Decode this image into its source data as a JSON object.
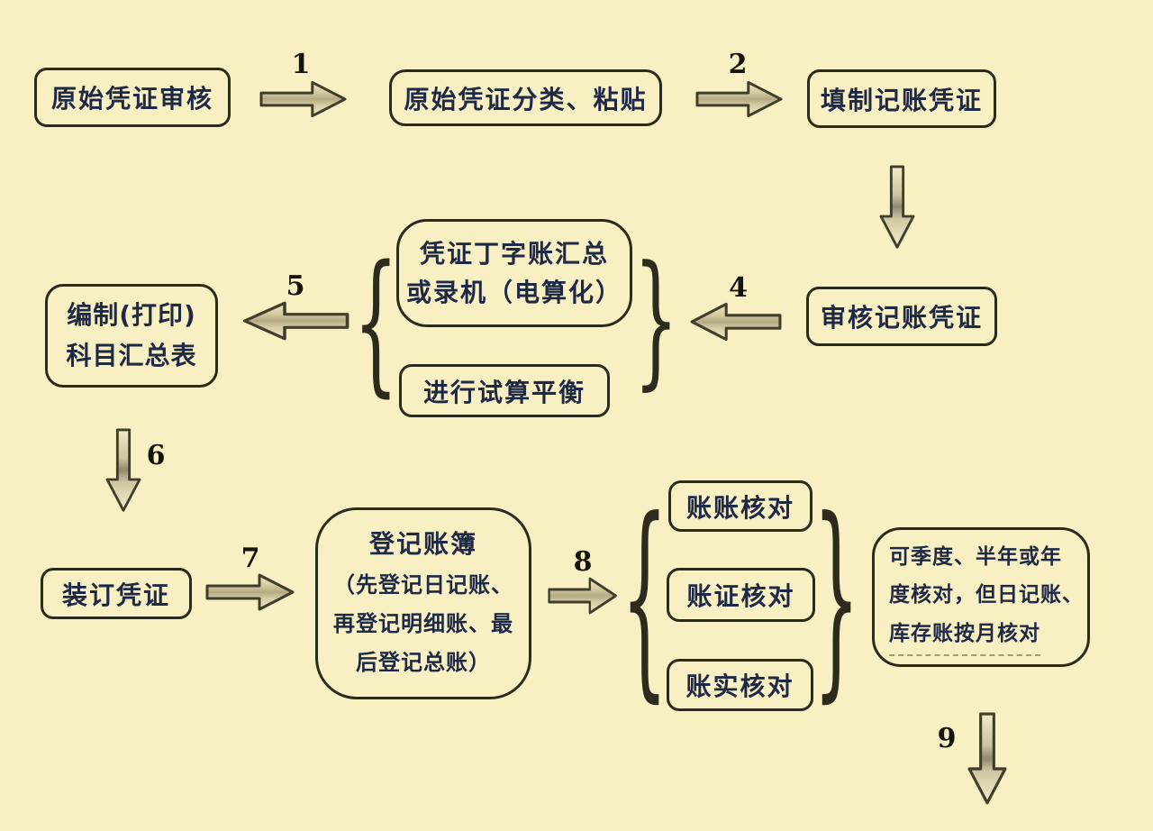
{
  "canvas": {
    "background": "#f8efc3",
    "type": "flowchart",
    "language": "zh-CN",
    "topic": "accounting bookkeeping workflow"
  },
  "boxes": {
    "original_voucher_review": "原始凭证审核",
    "original_voucher_sort": "原始凭证分类、粘贴",
    "fill_voucher": "填制记账凭证",
    "review_voucher": "审核记账凭证",
    "t_account_line1": "凭证丁字账汇总",
    "t_account_line2": "或录机（电算化）",
    "trial_balance": "进行试算平衡",
    "prepare_line1": "编制(打印)",
    "prepare_line2": "科目汇总表",
    "bind_voucher": "装订凭证",
    "register_title": "登记账簿",
    "register_line1": "（先登记日记账、",
    "register_line2": "再登记明细账、最",
    "register_line3": "后登记总账）",
    "check_account_account": "账账核对",
    "check_account_voucher": "账证核对",
    "check_account_reality": "账实核对",
    "note_line1": "可季度、半年或年",
    "note_line2": "度核对，但日记账、",
    "note_line3": "库存账按月核对"
  },
  "arrow_labels": {
    "s1": "1",
    "s2": "2",
    "s4": "4",
    "s5": "5",
    "s6": "6",
    "s7": "7",
    "s8": "8",
    "s9": "9"
  },
  "glyphs": {
    "brace_left": "{",
    "brace_right": "}"
  },
  "colors": {
    "background": "#f8efc3",
    "box_border": "#2c2a1d",
    "text": "#1e2946",
    "arrow_fill_mid": "#bdb28a",
    "arrow_outline": "#413d2b",
    "number": "#15130a"
  }
}
